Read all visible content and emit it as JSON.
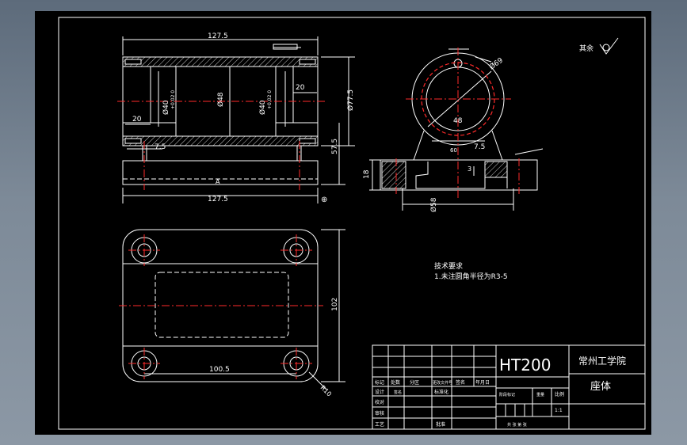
{
  "colors": {
    "background": "#000000",
    "outline": "#ffffff",
    "centerline": "#ff2a2a",
    "hatch": "#ffffff",
    "frame_outer": "#9aa6b2"
  },
  "front_view": {
    "dim_overall_top": "127.5",
    "dim_overall_bottom": "127.5",
    "dim_bore_left": "Ø40",
    "dim_bore_left_tol": "+0.02 0",
    "dim_bore_center": "Ø48",
    "dim_bore_right": "Ø40",
    "dim_bore_right_tol": "+0.02 0",
    "dim_outer": "Ø77.5",
    "dim_step_left": "20",
    "dim_step_right": "20",
    "dim_flange": "7.5",
    "dim_height": "57.5",
    "label_a": "A",
    "symbol": "⊕"
  },
  "side_view": {
    "dim_outer": "Ø69",
    "dim_inner": "48",
    "dim_offset": "7.5",
    "dim_base_height": "18",
    "dim_step": "3",
    "dim_width": "Ø58",
    "dim_left": "60"
  },
  "top_view": {
    "dim_length": "100.5",
    "dim_width": "102",
    "dim_corner": "R10"
  },
  "roughness": {
    "label": "其余"
  },
  "notes": {
    "title": "技术要求",
    "line1": "1.未注圆角半径为R3-5"
  },
  "title_block": {
    "material": "HT200",
    "school": "常州工学院",
    "part_name": "座体",
    "row_labels": [
      "标记",
      "处数",
      "分区",
      "更改文件号",
      "签名",
      "年月日"
    ],
    "design": "设计",
    "standardize": "标准化",
    "review": "审核",
    "process": "工艺",
    "approve": "批准",
    "check": "校对",
    "stage_mark": "阶段标记",
    "weight": "重量",
    "scale": "比例",
    "scale_value": "1:1",
    "sheet": "共 张 第 张",
    "signature": "签名"
  }
}
